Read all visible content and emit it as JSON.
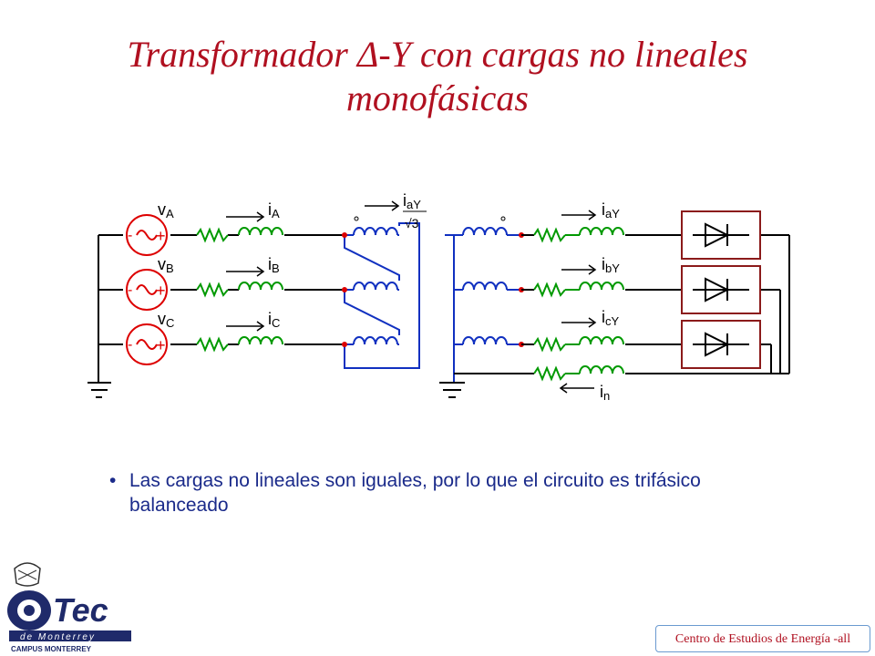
{
  "slide": {
    "title_line1": "Transformador Δ-Y con cargas no lineales",
    "title_line2": "monofásicas",
    "bullet": "Las cargas no lineales son iguales, por lo que el circuito es trifásico balanceado",
    "footer": "Centro de Estudios de Energía -all"
  },
  "diagram": {
    "sources": [
      {
        "label": "v",
        "sub": "A"
      },
      {
        "label": "v",
        "sub": "B"
      },
      {
        "label": "v",
        "sub": "C"
      }
    ],
    "primary_currents": [
      {
        "label": "i",
        "sub": "A"
      },
      {
        "label": "i",
        "sub": "B"
      },
      {
        "label": "i",
        "sub": "C"
      }
    ],
    "delta_current": {
      "label": "i",
      "sub": "aY",
      "den": "√3"
    },
    "secondary_currents": [
      {
        "label": "i",
        "sub": "aY"
      },
      {
        "label": "i",
        "sub": "bY"
      },
      {
        "label": "i",
        "sub": "cY"
      }
    ],
    "neutral_current": {
      "label": "i",
      "sub": "n"
    },
    "colors": {
      "wire": "#000000",
      "source": "#dd0000",
      "winding": "#1030c0",
      "dot": "#dd0000",
      "load": "#8b1a1a",
      "inductor": "#009900"
    }
  },
  "logo": {
    "word": "Tec",
    "line2": "de Monterrey",
    "line3": "CAMPUS MONTERREY"
  }
}
